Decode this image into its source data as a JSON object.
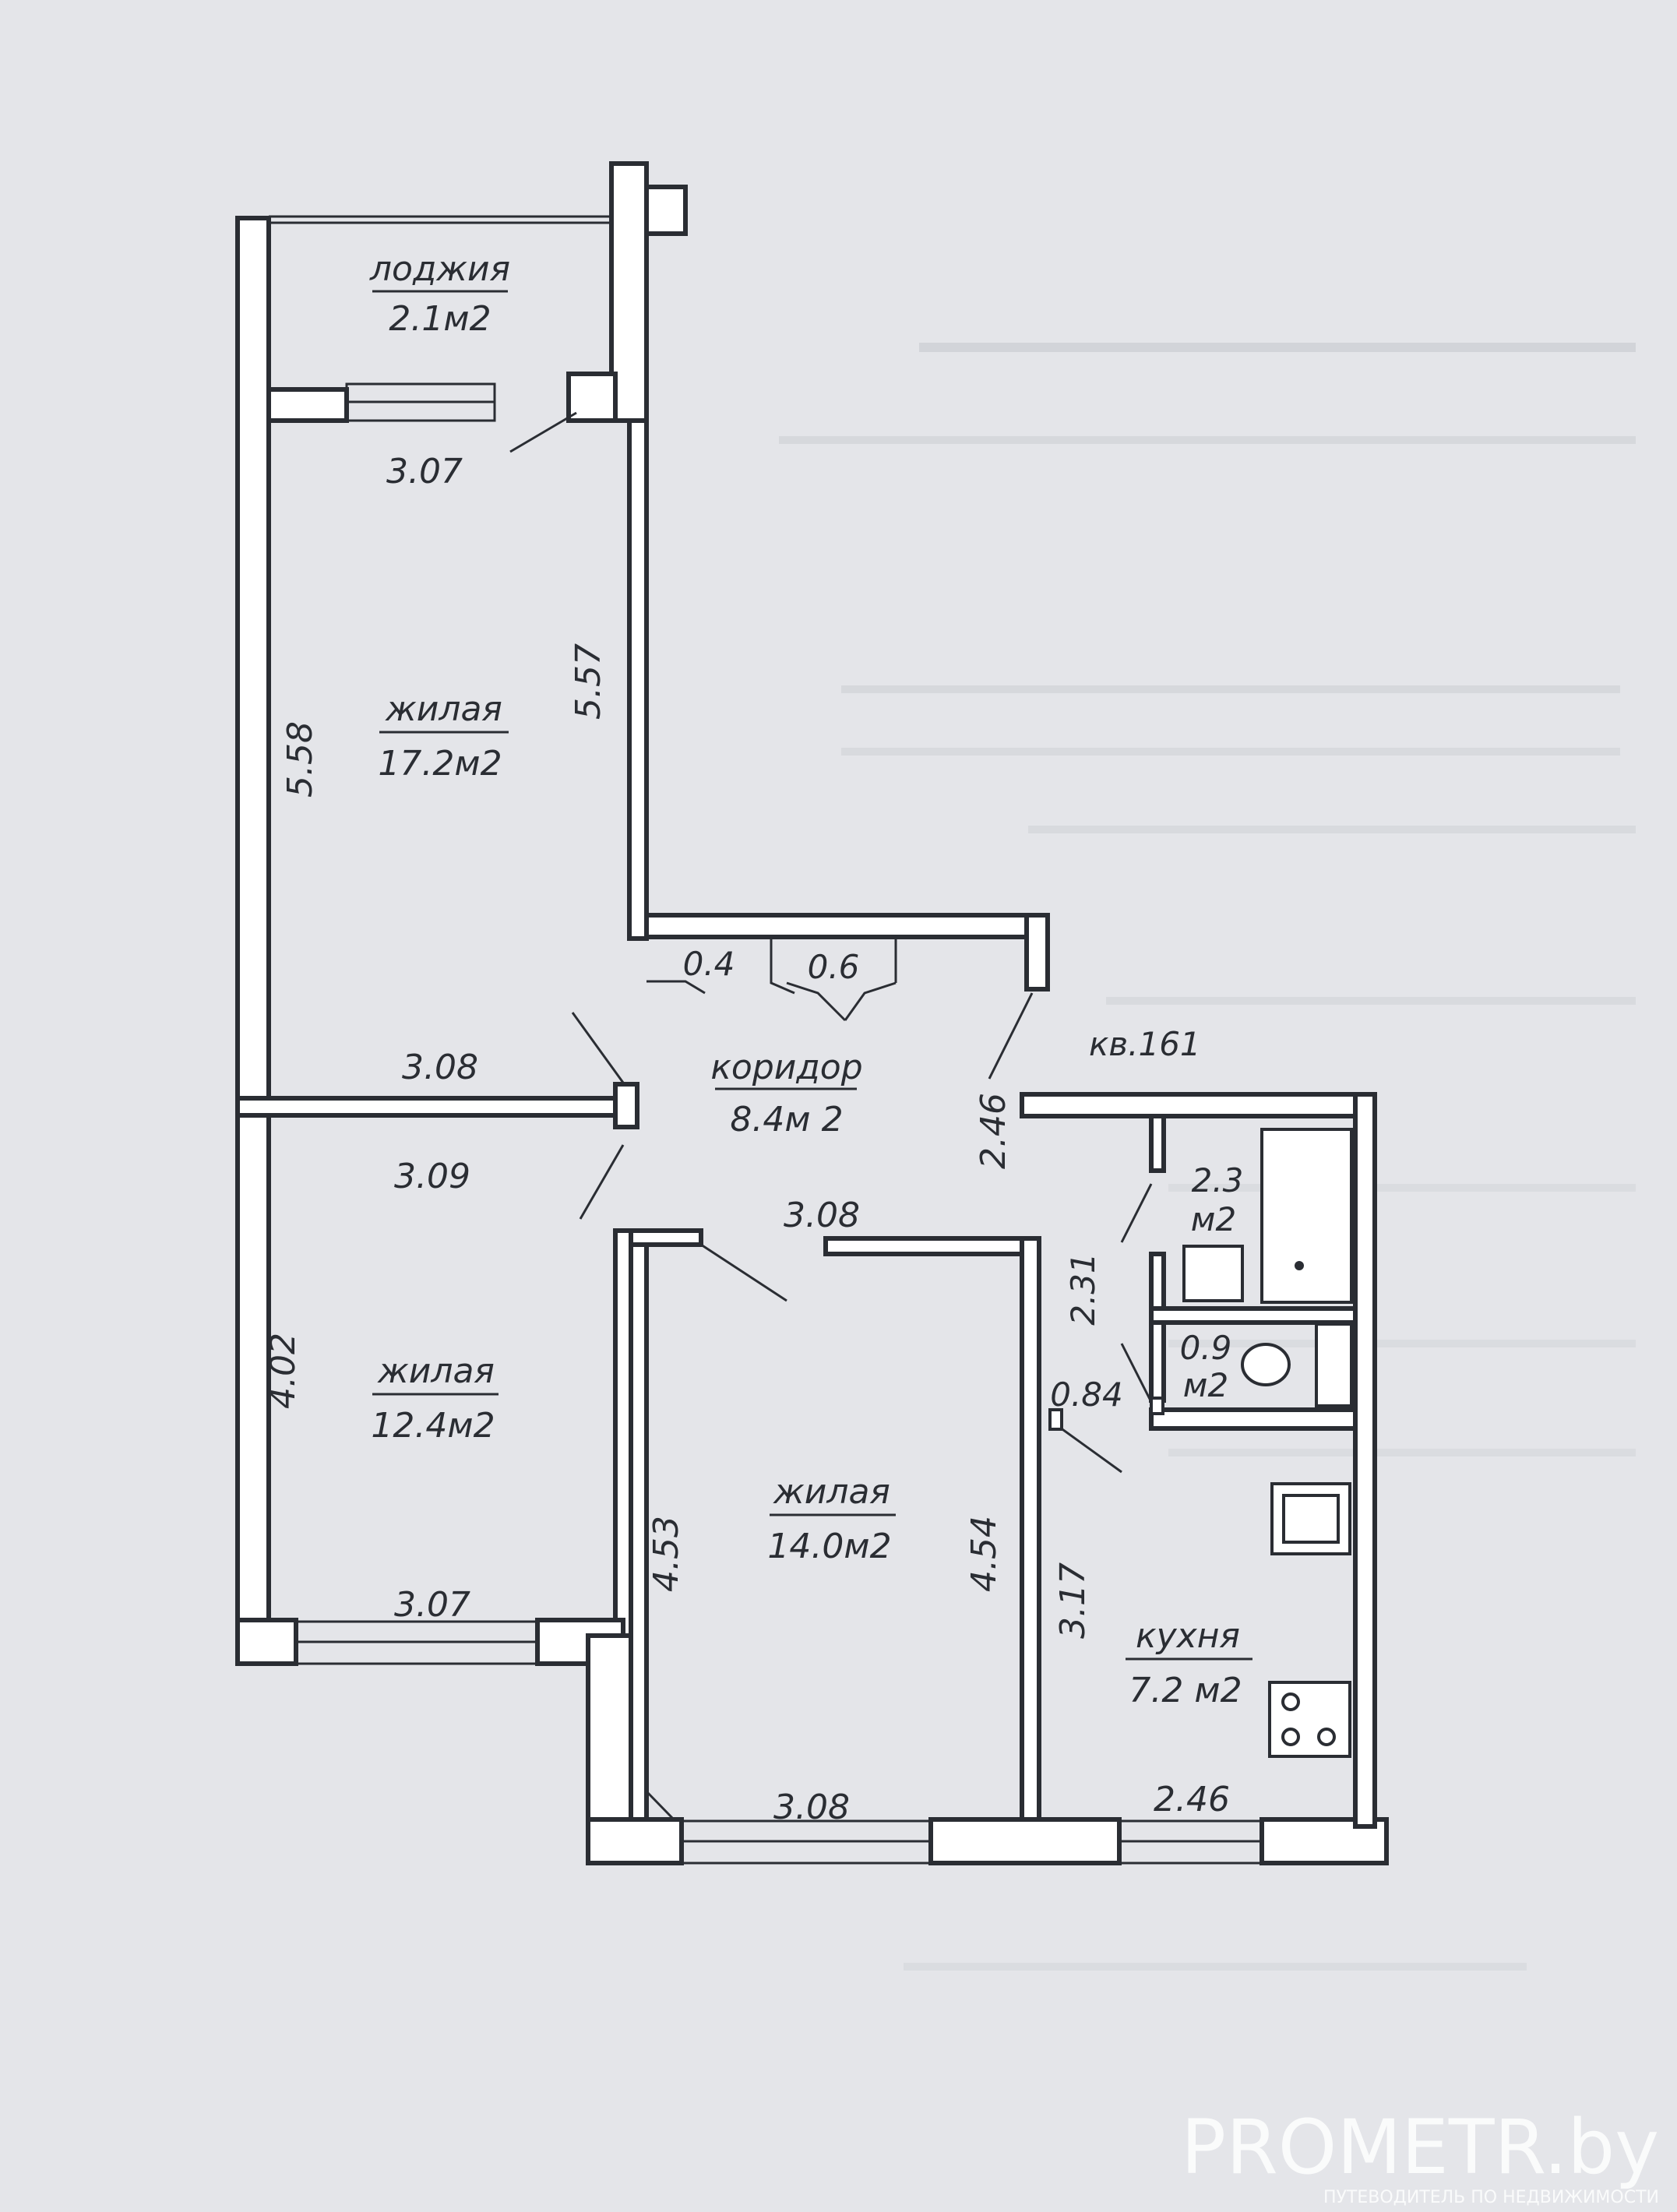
{
  "apartment": {
    "number": "кв.161"
  },
  "rooms": {
    "loggia": {
      "name": "лоджия",
      "area": "2.1м2"
    },
    "living1": {
      "name": "жилая",
      "area": "17.2м2"
    },
    "living2": {
      "name": "жилая",
      "area": "12.4м2"
    },
    "living3": {
      "name": "жилая",
      "area": "14.0м2"
    },
    "corridor": {
      "name": "коридор",
      "area": "8.4м 2"
    },
    "kitchen": {
      "name": "кухня",
      "area": "7.2 м2"
    },
    "bathroom": {
      "area": "2.3",
      "unit": "м2"
    },
    "toilet": {
      "area": "0.9",
      "unit": "м2"
    },
    "closet1": {
      "area": "0.4"
    },
    "closet2": {
      "area": "0.6"
    }
  },
  "dimensions": {
    "loggia_width": "3.07",
    "living1_left": "5.58",
    "living1_right": "5.57",
    "living1_bottom": "3.08",
    "living2_top": "3.09",
    "living2_left": "4.02",
    "living2_bottom": "3.07",
    "corridor_right": "2.46",
    "living3_top": "3.08",
    "living3_left": "4.53",
    "living3_right": "4.54",
    "living3_bottom": "3.08",
    "bath_height": "2.31",
    "toilet_width": "0.84",
    "kitchen_left": "3.17",
    "kitchen_bottom": "2.46"
  },
  "watermark": {
    "brand": "PROMETR.by",
    "tagline": "ПУТЕВОДИТЕЛЬ ПО НЕДВИЖИМОСТИ"
  },
  "colors": {
    "paper": "#e4e5e9",
    "ink": "#2a2d33",
    "watermark": "#ffffff"
  }
}
